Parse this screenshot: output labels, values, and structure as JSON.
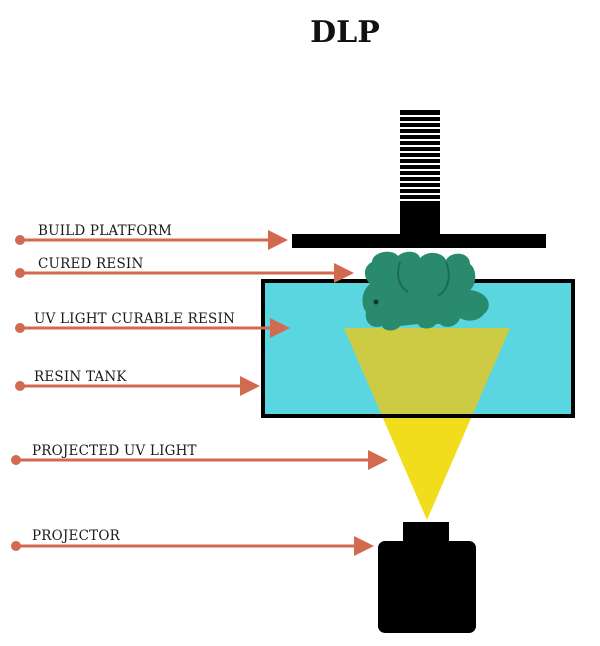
{
  "title": "DLP",
  "labels": {
    "build_platform": "BUILD PLATFORM",
    "cured_resin": "CURED RESIN",
    "uv_resin": "UV LIGHT CURABLE RESIN",
    "resin_tank": "RESIN TANK",
    "projected_light": "PROJECTED UV LIGHT",
    "projector": "PROJECTOR"
  },
  "colors": {
    "arrow": "#d26a4f",
    "resin": "#5ad6e0",
    "cured_model": "#2a8a6e",
    "uv_light": "#f2dd1c",
    "hardware": "#000000"
  },
  "icons": {
    "model": "elephant-model-icon"
  }
}
